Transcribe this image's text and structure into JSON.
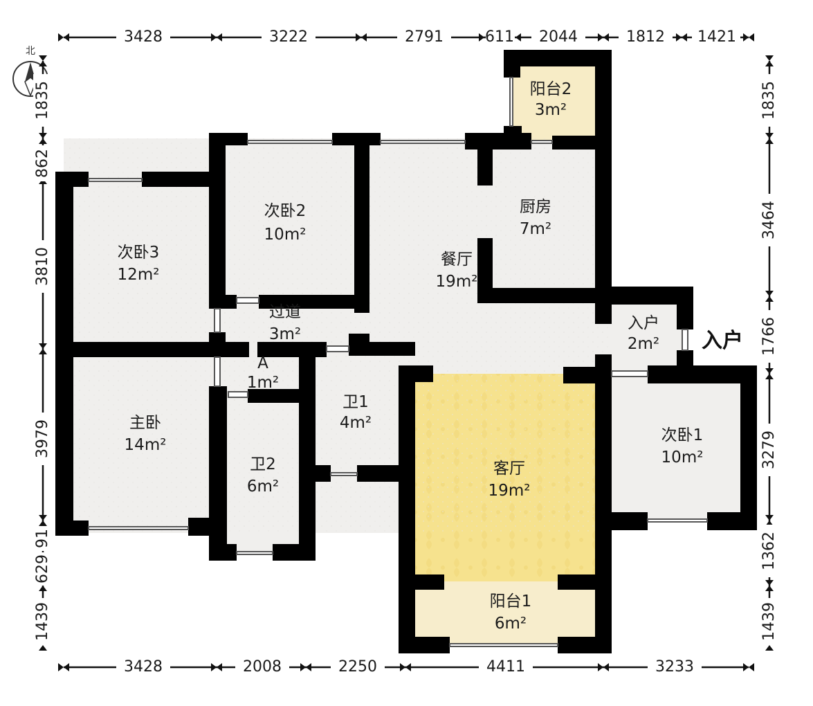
{
  "colors": {
    "wall": "#000000",
    "floor": "#f0efed",
    "living": "#f5e08a",
    "balcony": "#f7edcc",
    "dim_line": "#111111"
  },
  "compass": {
    "label": "北",
    "icon": "north-arrow-icon"
  },
  "entrance_label": "入户",
  "rooms": {
    "balcony2": {
      "name": "阳台2",
      "area": "3m²"
    },
    "bedroom2": {
      "name": "次卧2",
      "area": "10m²"
    },
    "kitchen": {
      "name": "厨房",
      "area": "7m²"
    },
    "bedroom3": {
      "name": "次卧3",
      "area": "12m²"
    },
    "dining": {
      "name": "餐厅",
      "area": "19m²"
    },
    "corridor": {
      "name": "过道",
      "area": "3m²"
    },
    "entry": {
      "name": "入户",
      "area": "2m²"
    },
    "a_area": {
      "name": "A",
      "area": "1m²"
    },
    "bath1": {
      "name": "卫1",
      "area": "4m²"
    },
    "master": {
      "name": "主卧",
      "area": "14m²"
    },
    "bath2": {
      "name": "卫2",
      "area": "6m²"
    },
    "living": {
      "name": "客厅",
      "area": "19m²"
    },
    "bedroom1": {
      "name": "次卧1",
      "area": "10m²"
    },
    "balcony1": {
      "name": "阳台1",
      "area": "6m²"
    }
  },
  "dimensions": {
    "top": [
      "3428",
      "3222",
      "2791",
      "611",
      "2044",
      "1812",
      "1421"
    ],
    "bottom": [
      "3428",
      "2008",
      "2250",
      "4411",
      "3233"
    ],
    "left": [
      "1835",
      "862",
      "3810",
      "3979",
      "91",
      "629",
      "1439"
    ],
    "right": [
      "1835",
      "3464",
      "1766",
      "3279",
      "1362",
      "1439"
    ]
  }
}
